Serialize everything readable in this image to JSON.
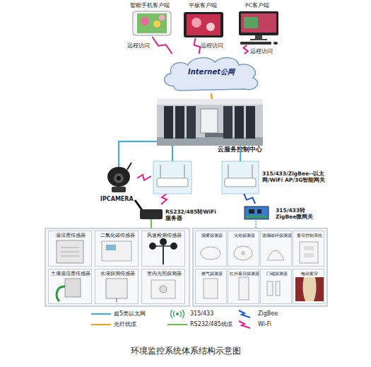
{
  "diagram": {
    "caption": "环境监控系统体系结构示意图",
    "nodes": [
      {
        "text": [
          "智能手机客户端"
        ]
      },
      {
        "text": [
          "平板客户端"
        ]
      },
      {
        "text": [
          "PC客户端"
        ]
      },
      {
        "text": [
          "Internet公网"
        ]
      },
      {
        "text": [
          "云服务控制中心"
        ]
      },
      {
        "text": [
          "IPCAMERA"
        ]
      },
      {
        "text": [
          "315/433/ZigBee--以太网/WiFi AP/3G智能网关"
        ]
      },
      {
        "text": [
          "RS232/485转WiFi服务器"
        ]
      },
      {
        "text": [
          "315/433转ZigBee微网关"
        ]
      },
      {
        "text": [
          "温湿度传感器"
        ]
      },
      {
        "text": [
          "二氧化碳传感器"
        ]
      },
      {
        "text": [
          "风速检测传感器"
        ]
      },
      {
        "text": [
          "烟雾探测器"
        ]
      },
      {
        "text": [
          "火焰探测器"
        ]
      },
      {
        "text": [
          "玻璃破碎探测器"
        ]
      },
      {
        "text": [
          "窗帘控制系统"
        ]
      },
      {
        "text": [
          "土壤温湿度传感器"
        ]
      },
      {
        "text": [
          "水浸探测传感器"
        ]
      },
      {
        "text": [
          "室内光照探测器"
        ]
      },
      {
        "text": [
          "燃气探测器"
        ]
      },
      {
        "text": [
          "红外幕帘探测器"
        ]
      },
      {
        "text": [
          "门磁探测器"
        ]
      },
      {
        "text": [
          "电动窗帘"
        ]
      }
    ],
    "edges": [
      {
        "from": 0,
        "to": 3,
        "label": "远程访问",
        "arrow": "none"
      },
      {
        "from": 1,
        "to": 3,
        "label": "远程访问",
        "arrow": "none"
      },
      {
        "from": 2,
        "to": 3,
        "label": "远程访问",
        "arrow": "none"
      },
      {
        "from": 3,
        "to": 4,
        "arrow": "none"
      },
      {
        "from": 4,
        "to": 6,
        "arrow": "none"
      },
      {
        "from": 6,
        "to": 8,
        "arrow": "none"
      }
    ],
    "legend": [
      {
        "text": "超5类以太网"
      },
      {
        "text": "光纤线缆"
      },
      {
        "text": "315/433"
      },
      {
        "text": "RS232/485线缆"
      },
      {
        "text": "ZigBee"
      },
      {
        "text": "Wi-Fi"
      }
    ]
  }
}
